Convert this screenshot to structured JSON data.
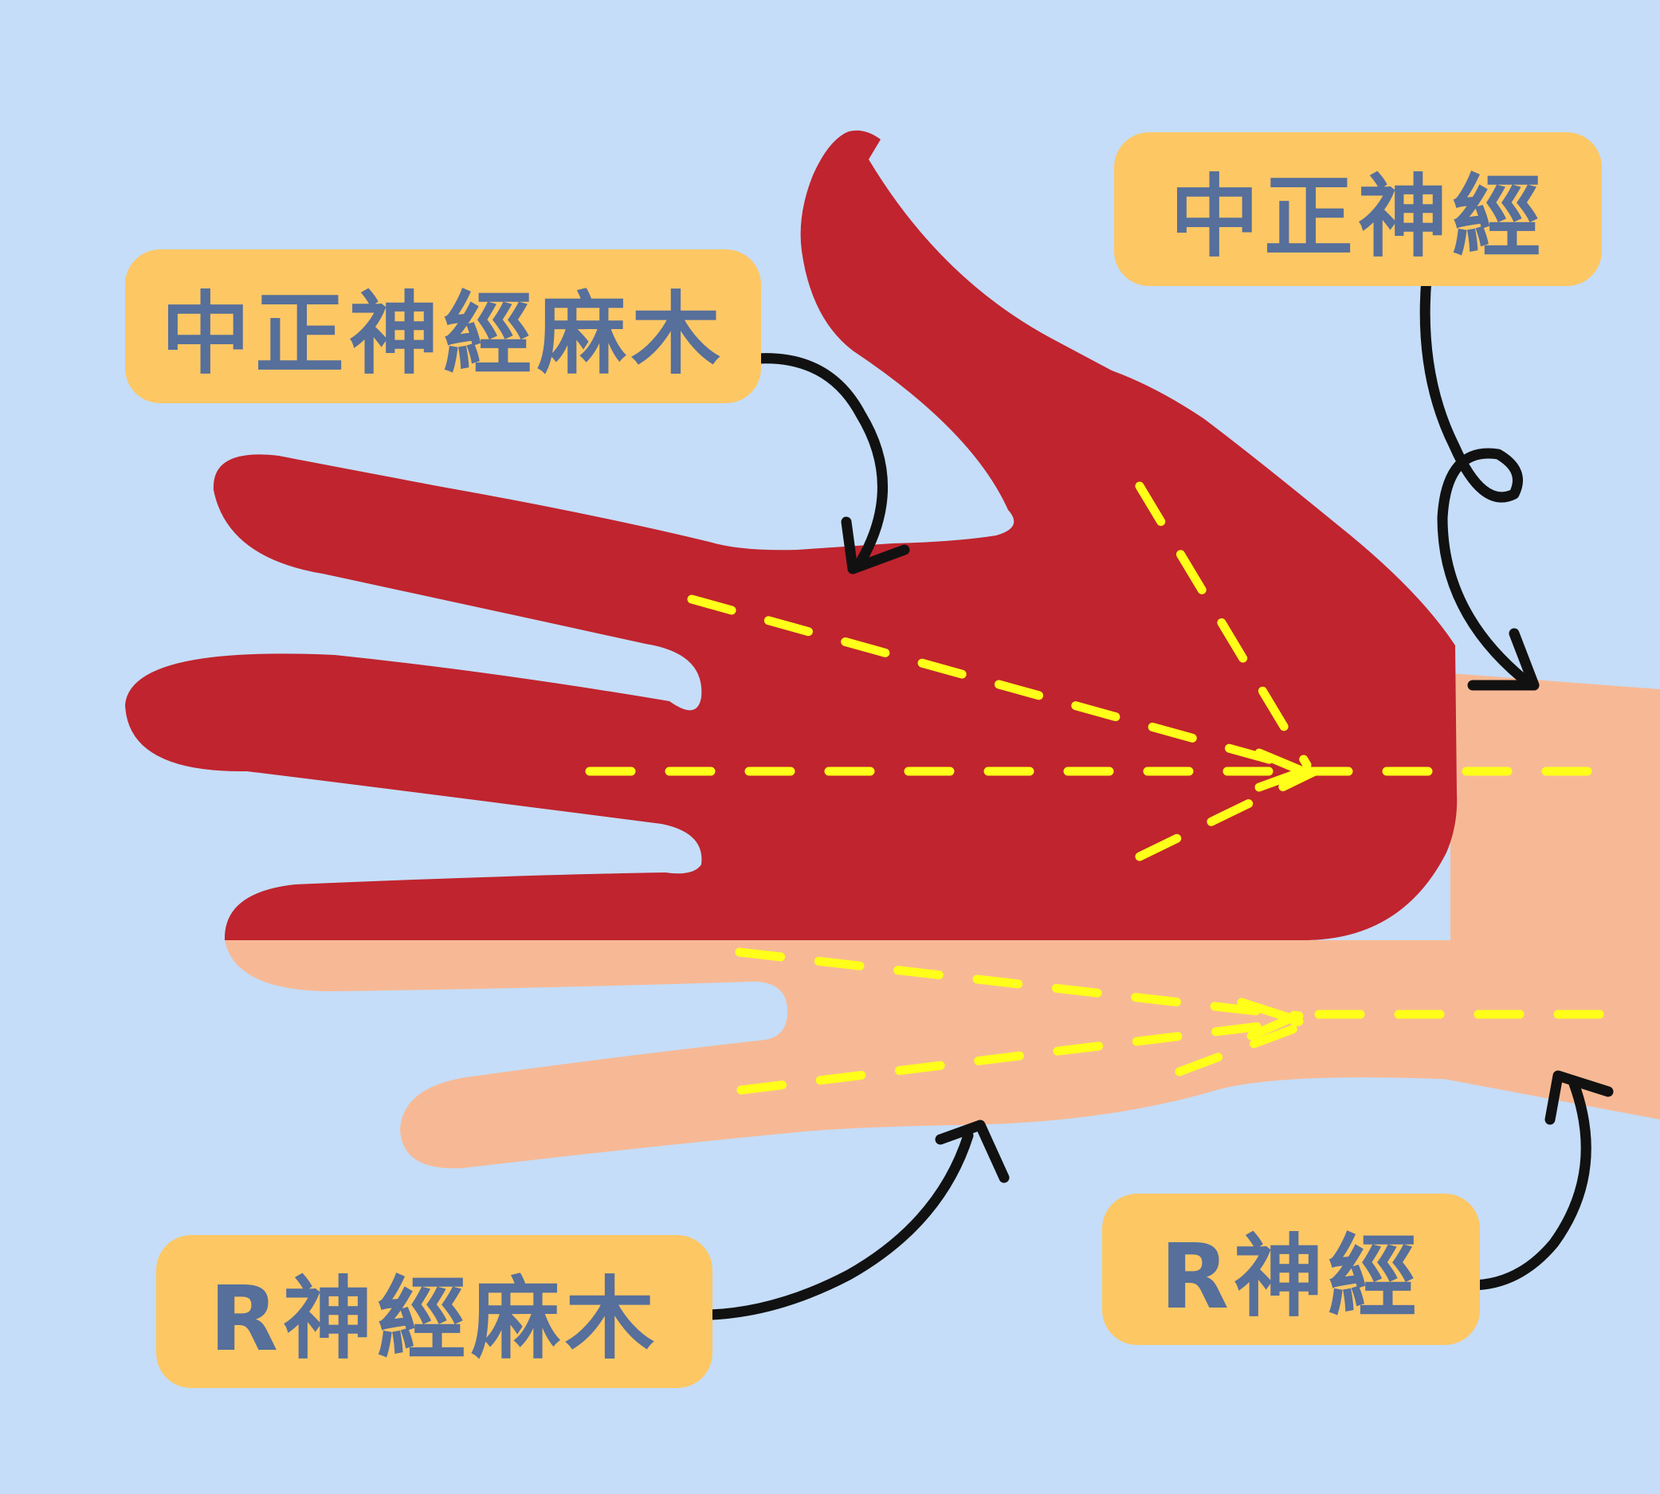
{
  "colors": {
    "background": "#c5ddf8",
    "label_fill": "#fdc764",
    "label_text": "#566f9b",
    "median_region": "#c0242e",
    "hand_skin": "#f7b995",
    "nerve_line": "#ffff1a",
    "arrow": "#111111"
  },
  "labels": {
    "median_numbness": "中正神經麻木",
    "median_nerve": "中正神經",
    "r_numbness": "R神經麻木",
    "r_nerve": "R神經"
  }
}
